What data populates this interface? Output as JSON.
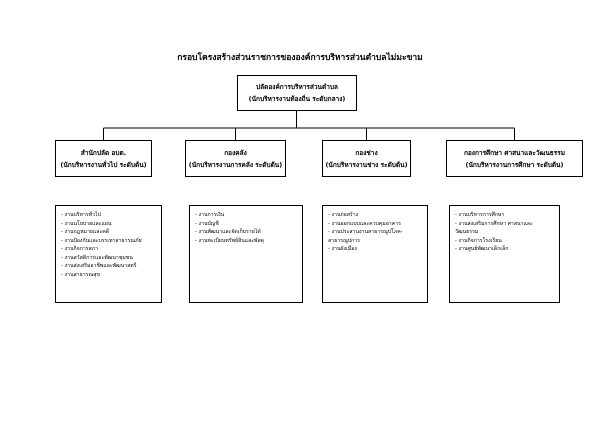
{
  "title": "กรอบโครงสร้างส่วนราชการขององค์การบริหารส่วนตำบลไม่มะขาม",
  "top": {
    "line1": "ปลัดองค์การบริหารส่วนตำบล",
    "line2": "(นักบริหารงานท้องถิ่น ระดับกลาง)"
  },
  "departments": [
    {
      "name": "สำนักปลัด อบต.",
      "level": "(นักบริหารงานทั่วไป ระดับต้น)",
      "items": [
        "- งานบริหารทั่วไป",
        "- งานนโยบายและแผน",
        "- งานกฎหมายและคดี",
        "- งานป้องกันและบรรเทาสาธารณภัย",
        "- งานกิจการสภา",
        "- งานสวัสดิการและพัฒนาชุมชน",
        "- งานส่งเสริมอาชีพและพัฒนาสตรี",
        "- งานสาธารณสุข"
      ]
    },
    {
      "name": "กองคลัง",
      "level": "(นักบริหารงานการคลัง ระดับต้น)",
      "items": [
        "- งานการเงิน",
        "- งานบัญชี",
        "- งานพัฒนาและจัดเก็บรายได้",
        "- งานทะเบียนทรัพย์สินและพัสดุ"
      ]
    },
    {
      "name": "กองช่าง",
      "level": "(นักบริหารงานช่าง ระดับต้น)",
      "items": [
        "- งานก่อสร้าง",
        "- งานออกแบบและควบคุมอาคาร",
        "- งานประสานงานสาธารณูปโภค-",
        "สาธารณูปการ",
        "- งานผังเมือง"
      ]
    },
    {
      "name": "กองการศึกษา ศาสนาและวัฒนธรรม",
      "level": "(นักบริหารงานการศึกษา ระดับต้น)",
      "items": [
        "- งานบริหารการศึกษา",
        "- งานส่งเสริมการศึกษา ศาสนาและ",
        "วัฒนธรรม",
        "- งานกิจการโรงเรียน",
        "- งานศูนย์พัฒนาเด็กเล็ก"
      ]
    }
  ]
}
